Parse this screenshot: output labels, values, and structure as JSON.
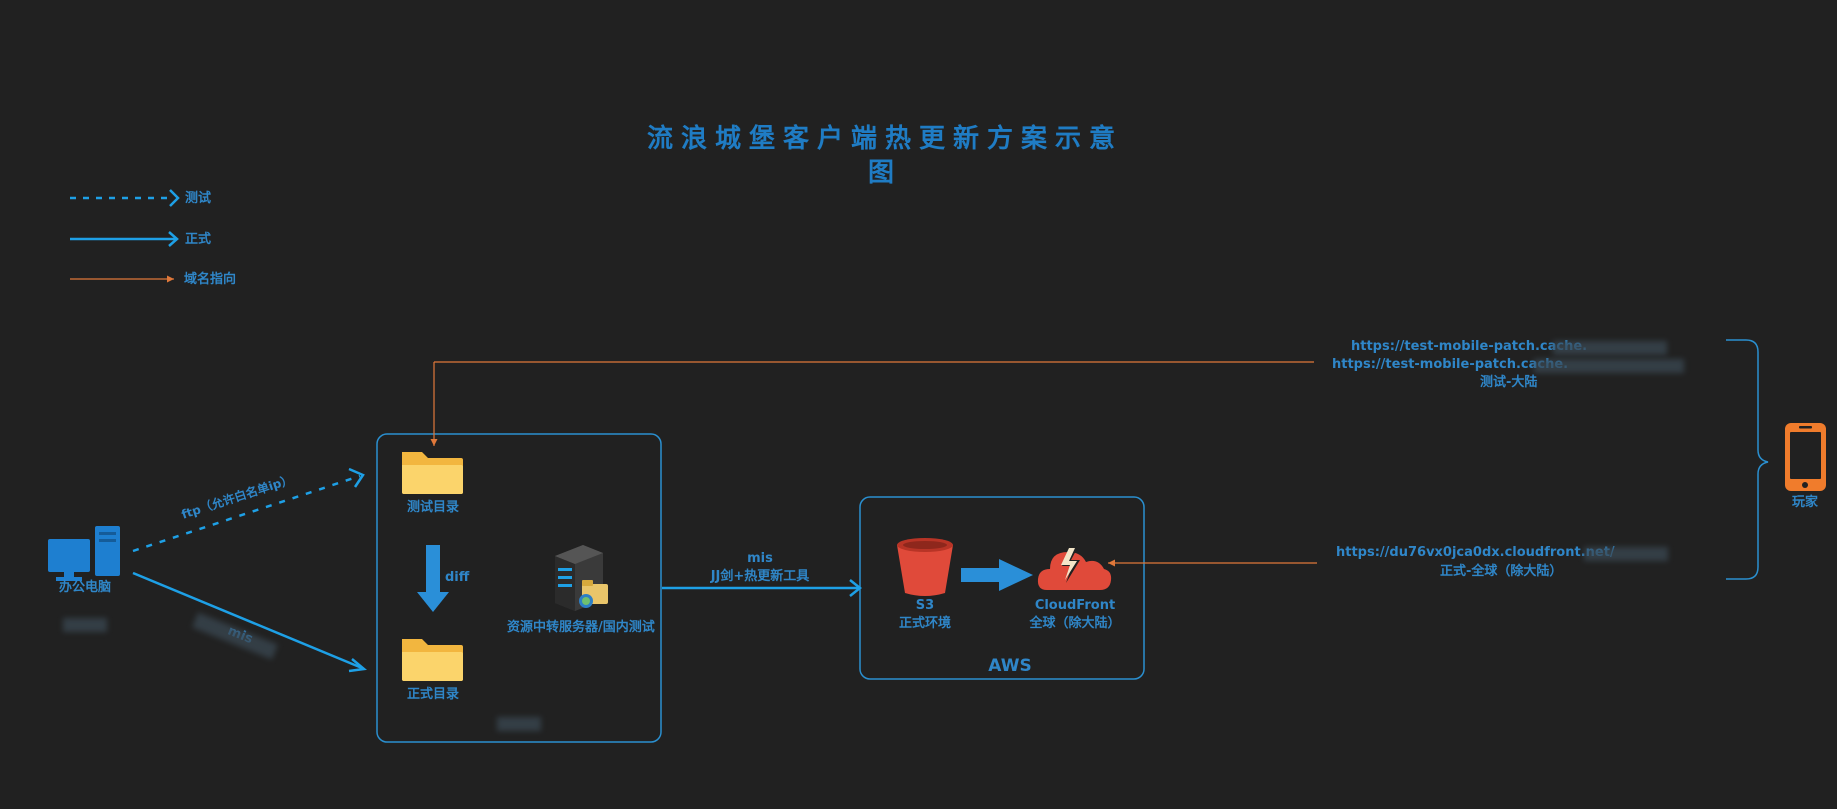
{
  "title": "流浪城堡客户端热更新方案示意图",
  "title_lines": [
    "流浪城堡客户端热更新方案示意",
    "图"
  ],
  "legend": [
    {
      "label": "测试",
      "style": "dashed-blue"
    },
    {
      "label": "正式",
      "style": "solid-blue"
    },
    {
      "label": "域名指向",
      "style": "thin-orange"
    }
  ],
  "nodes": {
    "office_pc": "办公电脑",
    "test_dir": "测试目录",
    "prod_dir": "正式目录",
    "relay_server": "资源中转服务器/国内测试",
    "s3": "S3",
    "s3_sub": "正式环境",
    "cloudfront": "CloudFront",
    "cloudfront_sub": "全球（除大陆）",
    "aws": "AWS",
    "player": "玩家"
  },
  "edges": {
    "ftp": "ftp（允许白名单ip）",
    "mis_left": "mis",
    "diff": "diff",
    "mis_right": "mis",
    "mis_right_sub": "JJ剑+热更新工具"
  },
  "urls": {
    "test_1": "https://test-mobile-patch.cache.",
    "test_2": "https://test-mobile-patch.cache.",
    "test_caption": "测试-大陆",
    "prod_1": "https://du76vx0jca0dx.cloudfront.net/",
    "prod_caption": "正式-全球（除大陆）"
  },
  "colors": {
    "background": "#212121",
    "primary_blue": "#1ea0e6",
    "label_blue": "#2f86c8",
    "domain_orange": "#e0783a",
    "folder": "#f7c75a",
    "s3_red": "#e04a3a",
    "player_orange": "#f07c2c"
  }
}
